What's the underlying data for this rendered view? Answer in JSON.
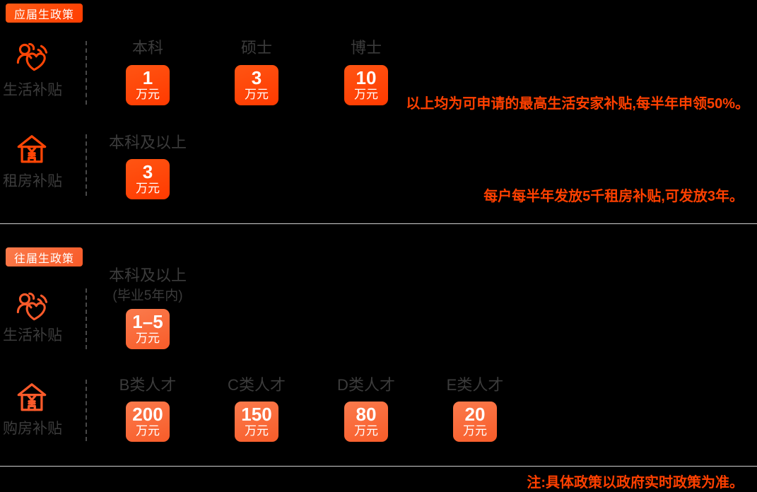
{
  "colors": {
    "background": "#000000",
    "accent_primary": "#FF4606",
    "accent_secondary": "#FA6B3C",
    "note_text": "#FF4000",
    "header_text": "#3C3C3C",
    "box_text": "#FFFFFF",
    "divider": "#CFCFCF",
    "dashed_line": "#484848"
  },
  "sections": [
    {
      "badge": "应届生政策",
      "rows": [
        {
          "icon": "care-heart-icon",
          "label": "生活补贴",
          "columns": [
            {
              "header": "本科",
              "value": "1",
              "unit": "万元"
            },
            {
              "header": "硕士",
              "value": "3",
              "unit": "万元"
            },
            {
              "header": "博士",
              "value": "10",
              "unit": "万元"
            }
          ],
          "note": "以上均为可申请的最高生活安家补贴,每半年申领50%。"
        },
        {
          "icon": "house-yuan-icon",
          "label": "租房补贴",
          "columns": [
            {
              "header": "本科及以上",
              "value": "3",
              "unit": "万元"
            }
          ],
          "note": "每户每半年发放5千租房补贴,可发放3年。"
        }
      ]
    },
    {
      "badge": "往届生政策",
      "rows": [
        {
          "icon": "care-heart-icon",
          "label": "生活补贴",
          "columns": [
            {
              "header": "本科及以上",
              "subheader": "(毕业5年内)",
              "value": "1–5",
              "unit": "万元"
            }
          ]
        },
        {
          "icon": "house-yuan-icon",
          "label": "购房补贴",
          "columns": [
            {
              "header": "B类人才",
              "value": "200",
              "unit": "万元"
            },
            {
              "header": "C类人才",
              "value": "150",
              "unit": "万元"
            },
            {
              "header": "D类人才",
              "value": "80",
              "unit": "万元"
            },
            {
              "header": "E类人才",
              "value": "20",
              "unit": "万元"
            }
          ]
        }
      ]
    }
  ],
  "footer": {
    "note": "注:具体政策以政府实时政策为准。"
  }
}
